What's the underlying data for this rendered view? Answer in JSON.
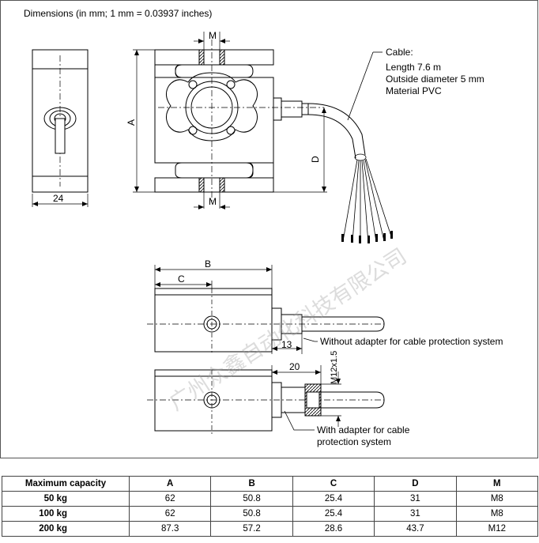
{
  "header": {
    "title": "Dimensions (in mm; 1 mm = 0.03937 inches)"
  },
  "labels": {
    "m_top": "M",
    "m_bottom": "M",
    "a": "A",
    "d": "D",
    "width_24": "24",
    "b": "B",
    "c": "C",
    "dim_13": "13",
    "dim_20": "20",
    "thread": "M12x1.5"
  },
  "cable": {
    "heading": "Cable:",
    "length": "Length 7.6 m",
    "diameter": "Outside diameter 5 mm",
    "material": "Material PVC"
  },
  "callouts": {
    "without_adapter": "Without adapter for cable protection system",
    "with_adapter_1": "With adapter for cable",
    "with_adapter_2": "protection system"
  },
  "watermark": "广州众鑫自动化科技有限公司",
  "table": {
    "headers": [
      "Maximum capacity",
      "A",
      "B",
      "C",
      "D",
      "M"
    ],
    "rows": [
      [
        "50 kg",
        "62",
        "50.8",
        "25.4",
        "31",
        "M8"
      ],
      [
        "100 kg",
        "62",
        "50.8",
        "25.4",
        "31",
        "M8"
      ],
      [
        "200 kg",
        "87.3",
        "57.2",
        "28.6",
        "43.7",
        "M12"
      ]
    ]
  }
}
